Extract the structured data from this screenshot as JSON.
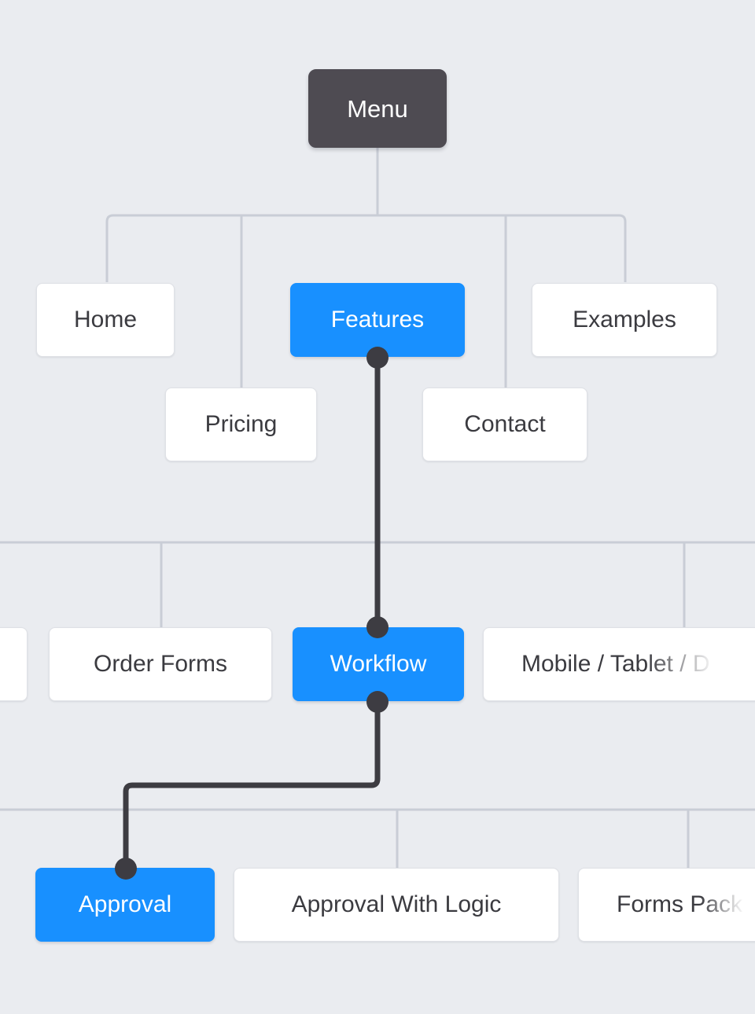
{
  "diagram": {
    "type": "sitemap-tree",
    "title": "Menu",
    "background_color": "#eaecf0",
    "accent_color": "#1890ff",
    "root_color": "#4e4b52",
    "highlight_path_color": "#3d3c42",
    "thin_edge_color": "#c9cdd6",
    "node_text_color": "#3b3b40",
    "levels": [
      {
        "level": 0,
        "nodes": [
          {
            "id": "menu",
            "label": "Menu",
            "state": "root"
          }
        ]
      },
      {
        "level": 1,
        "nodes": [
          {
            "id": "home",
            "label": "Home",
            "state": "plain"
          },
          {
            "id": "pricing",
            "label": "Pricing",
            "state": "plain"
          },
          {
            "id": "features",
            "label": "Features",
            "state": "active"
          },
          {
            "id": "contact",
            "label": "Contact",
            "state": "plain"
          },
          {
            "id": "examples",
            "label": "Examples",
            "state": "plain"
          }
        ]
      },
      {
        "level": 2,
        "nodes": [
          {
            "id": "clipped-left",
            "label": "",
            "state": "plain",
            "clipped": "left"
          },
          {
            "id": "order-forms",
            "label": "Order Forms",
            "state": "plain"
          },
          {
            "id": "workflow",
            "label": "Workflow",
            "state": "active"
          },
          {
            "id": "mobile-tablet-desktop",
            "label": "Mobile / Tablet / D",
            "state": "plain",
            "clipped": "right"
          }
        ]
      },
      {
        "level": 3,
        "nodes": [
          {
            "id": "approval",
            "label": "Approval",
            "state": "active"
          },
          {
            "id": "approval-with-logic",
            "label": "Approval With Logic",
            "state": "plain"
          },
          {
            "id": "forms-pack",
            "label": "Forms Pack",
            "state": "plain",
            "clipped": "right"
          }
        ]
      }
    ],
    "selected_path": [
      "Menu",
      "Features",
      "Workflow",
      "Approval"
    ]
  }
}
